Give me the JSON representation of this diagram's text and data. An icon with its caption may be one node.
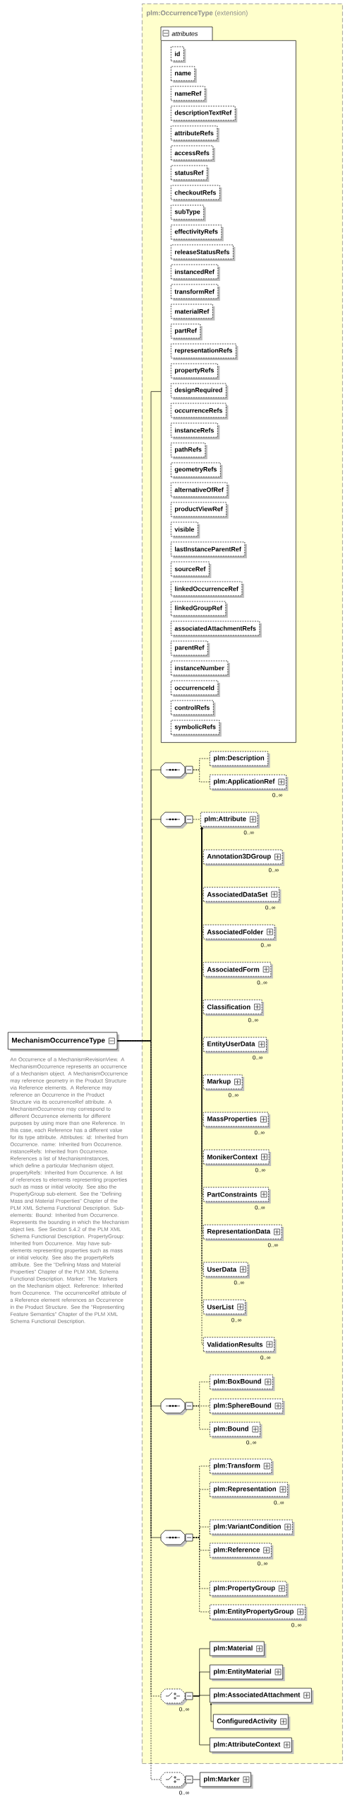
{
  "diagram": {
    "nodes": [
      {
        "text": [
          "MechanismOccurrenceType"
        ],
        "beside": [
          "An Occurrence of a MechanismRevisionView. A MechanismOccurrence represents an occurrence of a Mechanism object. A MechanismOccurrence may reference geometry in the Product Structure via Reference elements. A Reference may reference an Occurrence in the Product Structure via its occurrenceRef attribute. A MechanismOccurrence may correspond to different Occurrence elements for different purposes by using more than one Reference. In this case, each Reference has a different value for its type attribute. Attributes: id: Inherited from Occurrence. name: Inherited from Occurrence. instanceRefs: Inherited from Occurrence. References a list of MechanismInstances, which define a particular Mechanism object. propertyRefs: Inherited from Occurrence. A list of references to elements representing properties such as mass or initial velocity. See also the PropertyGroup sub-element. See the \"Defining Mass and Material Properties\" Chapter of the PLM XML Schema Functional Description. Sub-elements: Bound: Inherited from Occurrence. Represents the bounding in which the Mechanism object lies. See Section 5.4.2 of the PLM XML Schema Functional Description. PropertyGroup: Inherited from Occurrence. May have sub-elements representing properties such as mass or initial velocity. See also the propertyRefs attribute. See the \"Defining Mass and Material Properties\" Chapter of the PLM XML Schema Functional Description. Marker: The Markers on the Mechanism object. Reference: Inherited from Occurrence. The occurrenceRef attribute of a Reference element references an Occurrence in the Product Structure. See the \"Representing Feature Semantics\" Chapter of the PLM XML Schema Functional Description."
        ]
      },
      {
        "text": [
          "**plm:OccurrenceType** (extension)"
        ]
      },
      {
        "text": [
          "attributes"
        ],
        "in": 1
      },
      {
        "text": [
          "id"
        ],
        "in": 2
      },
      {
        "text": [
          "name"
        ],
        "in": 2
      },
      {
        "text": [
          "nameRef"
        ],
        "in": 2
      },
      {
        "text": [
          "descriptionTextRef"
        ],
        "in": 2
      },
      {
        "text": [
          "attributeRefs"
        ],
        "in": 2
      },
      {
        "text": [
          "accessRefs"
        ],
        "in": 2
      },
      {
        "text": [
          "statusRef"
        ],
        "in": 2
      },
      {
        "text": [
          "checkoutRefs"
        ],
        "in": 2
      },
      {
        "text": [
          "subType"
        ],
        "in": 2
      },
      {
        "text": [
          "effectivityRefs"
        ],
        "in": 2
      },
      {
        "text": [
          "releaseStatusRefs"
        ],
        "in": 2
      },
      {
        "text": [
          "instancedRef"
        ],
        "in": 2
      },
      {
        "text": [
          "transformRef"
        ],
        "in": 2
      },
      {
        "text": [
          "materialRef"
        ],
        "in": 2
      },
      {
        "text": [
          "partRef"
        ],
        "in": 2
      },
      {
        "text": [
          "representationRefs"
        ],
        "in": 2
      },
      {
        "text": [
          "propertyRefs"
        ],
        "in": 2
      },
      {
        "text": [
          "designRequired"
        ],
        "in": 2
      },
      {
        "text": [
          "occurrenceRefs"
        ],
        "in": 2
      },
      {
        "text": [
          "instanceRefs"
        ],
        "in": 2
      },
      {
        "text": [
          "pathRefs"
        ],
        "in": 2
      },
      {
        "text": [
          "geometryRefs"
        ],
        "in": 2
      },
      {
        "text": [
          "alternativeOfRef"
        ],
        "in": 2
      },
      {
        "text": [
          "productViewRef"
        ],
        "in": 2
      },
      {
        "text": [
          "visible"
        ],
        "in": 2
      },
      {
        "text": [
          "lastInstanceParentRef"
        ],
        "in": 2
      },
      {
        "text": [
          "sourceRef"
        ],
        "in": 2
      },
      {
        "text": [
          "linkedOccurrenceRef"
        ],
        "in": 2
      },
      {
        "text": [
          "linkedGroupRef"
        ],
        "in": 2
      },
      {
        "text": [
          "associatedAttachmentRefs"
        ],
        "in": 2
      },
      {
        "text": [
          "parentRef"
        ],
        "in": 2
      },
      {
        "text": [
          "instanceNumber"
        ],
        "in": 2
      },
      {
        "text": [
          "occurrenceId"
        ],
        "in": 2
      },
      {
        "text": [
          "controlRefs"
        ],
        "in": 2
      },
      {
        "text": [
          "symbolicRefs"
        ],
        "in": 2
      },
      {
        "text": [],
        "shape": "octagon",
        "in": 1
      },
      {
        "text": [
          "plm:Description"
        ],
        "in": 1
      },
      {
        "text": [
          "plm:ApplicationRef"
        ],
        "beside": [
          "0..∞"
        ],
        "in": 1
      },
      {
        "text": [],
        "shape": "octagon",
        "in": 1
      },
      {
        "text": [
          "plm:Attribute"
        ],
        "beside": [
          "0..∞"
        ],
        "in": 1
      },
      {
        "text": [
          "Annotation3DGroup"
        ],
        "beside": [
          "0..∞"
        ],
        "in": 1
      },
      {
        "text": [
          "AssociatedDataSet"
        ],
        "beside": [
          "0..∞"
        ],
        "in": 1
      },
      {
        "text": [
          "AssociatedFolder"
        ],
        "beside": [
          "0..∞"
        ],
        "in": 1
      },
      {
        "text": [
          "AssociatedForm"
        ],
        "beside": [
          "0..∞"
        ],
        "in": 1
      },
      {
        "text": [
          "Classification"
        ],
        "beside": [
          "0..∞"
        ],
        "in": 1
      },
      {
        "text": [
          "EntityUserData"
        ],
        "beside": [
          "0..∞"
        ],
        "in": 1
      },
      {
        "text": [
          "Markup"
        ],
        "beside": [
          "0..∞"
        ],
        "in": 1
      },
      {
        "text": [
          "MassProperties"
        ],
        "beside": [
          "0..∞"
        ],
        "in": 1
      },
      {
        "text": [
          "MonikerContext"
        ],
        "beside": [
          "0..∞"
        ],
        "in": 1
      },
      {
        "text": [
          "PartConstraints"
        ],
        "beside": [
          "0..∞"
        ],
        "in": 1
      },
      {
        "text": [
          "RepresentationData"
        ],
        "beside": [
          "0..∞"
        ],
        "in": 1
      },
      {
        "text": [
          "UserData"
        ],
        "beside": [
          "0..∞"
        ],
        "in": 1
      },
      {
        "text": [
          "UserList"
        ],
        "beside": [
          "0..∞"
        ],
        "in": 1
      },
      {
        "text": [
          "ValidationResults"
        ],
        "beside": [
          "0..∞"
        ],
        "in": 1
      },
      {
        "text": [],
        "shape": "octagon",
        "in": 1
      },
      {
        "text": [
          "plm:BoxBound"
        ],
        "in": 1
      },
      {
        "text": [
          "plm:SphereBound"
        ],
        "in": 1
      },
      {
        "text": [
          "plm:Bound"
        ],
        "beside": [
          "0..∞"
        ],
        "in": 1
      },
      {
        "text": [],
        "shape": "octagon",
        "in": 1
      },
      {
        "text": [
          "plm:Transform"
        ],
        "in": 1
      },
      {
        "text": [
          "plm:Representation"
        ],
        "beside": [
          "0..∞"
        ],
        "in": 1
      },
      {
        "text": [
          "plm:VariantCondition"
        ],
        "in": 1
      },
      {
        "text": [
          "plm:Reference"
        ],
        "beside": [
          "0..∞"
        ],
        "in": 1
      },
      {
        "text": [
          "plm:PropertyGroup"
        ],
        "in": 1
      },
      {
        "text": [
          "plm:EntityPropertyGroup"
        ],
        "beside": [
          "0..∞"
        ],
        "in": 1
      },
      {
        "text": [],
        "shape": "octagon",
        "beside": [
          "0..∞"
        ],
        "in": 1
      },
      {
        "text": [
          "plm:Material"
        ],
        "in": 1
      },
      {
        "text": [
          "plm:EntityMaterial"
        ],
        "in": 1
      },
      {
        "text": [
          "plm:AssociatedAttachment"
        ],
        "in": 1
      },
      {
        "text": [
          "ConfiguredActivity"
        ],
        "in": 1
      },
      {
        "text": [
          "plm:AttributeContext"
        ],
        "in": 1
      },
      {
        "text": [],
        "shape": "octagon",
        "beside": [
          "0..∞"
        ]
      },
      {
        "text": [
          "plm:Marker"
        ]
      }
    ],
    "edges": [
      {
        "from": 0,
        "to": 2,
        "arrow": "none"
      },
      {
        "from": 0,
        "to": 38,
        "arrow": "none"
      },
      {
        "from": 0,
        "to": 41,
        "arrow": "none"
      },
      {
        "from": 0,
        "to": 57,
        "arrow": "none"
      },
      {
        "from": 0,
        "to": 61,
        "arrow": "none"
      },
      {
        "from": 0,
        "to": 68,
        "arrow": "none",
        "style": "dashed"
      },
      {
        "from": 0,
        "to": 74,
        "arrow": "none",
        "style": "dashed"
      },
      {
        "from": 38,
        "to": 39,
        "arrow": "none",
        "style": "dashed"
      },
      {
        "from": 38,
        "to": 40,
        "arrow": "none",
        "style": "dashed"
      },
      {
        "from": 41,
        "to": 42,
        "arrow": "none",
        "style": "dashed"
      },
      {
        "from": 43,
        "to": 42,
        "arrow": "to",
        "style": "dashed"
      },
      {
        "from": 44,
        "to": 42,
        "arrow": "to",
        "style": "dashed"
      },
      {
        "from": 45,
        "to": 42,
        "arrow": "to",
        "style": "dashed"
      },
      {
        "from": 46,
        "to": 42,
        "arrow": "to",
        "style": "dashed"
      },
      {
        "from": 47,
        "to": 42,
        "arrow": "to",
        "style": "dashed"
      },
      {
        "from": 48,
        "to": 42,
        "arrow": "to",
        "style": "dashed"
      },
      {
        "from": 49,
        "to": 42,
        "arrow": "to",
        "style": "dashed"
      },
      {
        "from": 50,
        "to": 42,
        "arrow": "to",
        "style": "dashed"
      },
      {
        "from": 51,
        "to": 42,
        "arrow": "to",
        "style": "dashed"
      },
      {
        "from": 52,
        "to": 42,
        "arrow": "to",
        "style": "dashed"
      },
      {
        "from": 53,
        "to": 42,
        "arrow": "to",
        "style": "dashed"
      },
      {
        "from": 54,
        "to": 42,
        "arrow": "to",
        "style": "dashed"
      },
      {
        "from": 55,
        "to": 42,
        "arrow": "to",
        "style": "dashed"
      },
      {
        "from": 56,
        "to": 42,
        "arrow": "to",
        "style": "dashed"
      },
      {
        "from": 57,
        "to": 58,
        "arrow": "none",
        "style": "dashed"
      },
      {
        "from": 57,
        "to": 59,
        "arrow": "none",
        "style": "dashed"
      },
      {
        "from": 57,
        "to": 60,
        "arrow": "none",
        "style": "dashed"
      },
      {
        "from": 61,
        "to": 62,
        "arrow": "none",
        "style": "dashed"
      },
      {
        "from": 61,
        "to": 63,
        "arrow": "none",
        "style": "dashed"
      },
      {
        "from": 61,
        "to": 64,
        "arrow": "none",
        "style": "dashed"
      },
      {
        "from": 61,
        "to": 65,
        "arrow": "none",
        "style": "dashed"
      },
      {
        "from": 61,
        "to": 66,
        "arrow": "none",
        "style": "dashed"
      },
      {
        "from": 61,
        "to": 67,
        "arrow": "none",
        "style": "dashed"
      },
      {
        "from": 68,
        "to": 69,
        "arrow": "none"
      },
      {
        "from": 68,
        "to": 70,
        "arrow": "none"
      },
      {
        "from": 68,
        "to": 71,
        "arrow": "none"
      },
      {
        "from": 72,
        "to": 71,
        "arrow": "to"
      },
      {
        "from": 68,
        "to": 73,
        "arrow": "none"
      },
      {
        "from": 74,
        "to": 75,
        "arrow": "none"
      }
    ]
  }
}
